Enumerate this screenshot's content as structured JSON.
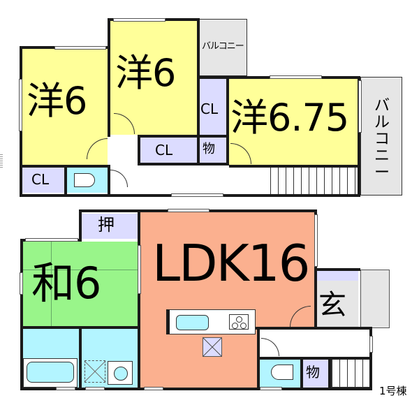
{
  "floor2": {
    "rooms": [
      {
        "id": "western-room-1",
        "label": "洋6",
        "type": "Western-style room",
        "size_jo": 6
      },
      {
        "id": "western-room-2",
        "label": "洋6",
        "type": "Western-style room",
        "size_jo": 6
      },
      {
        "id": "western-room-3",
        "label": "洋6.75",
        "type": "Western-style room",
        "size_jo": 6.75
      }
    ],
    "closet_labels": [
      "CL",
      "CL",
      "CL"
    ],
    "storage_label": "物",
    "balcony_top_label": "バルコニー",
    "balcony_side_label": "バルコニー",
    "balcony_side_chars": [
      "バ",
      "ル",
      "コ",
      "ニ",
      "ー"
    ]
  },
  "floor1": {
    "rooms": [
      {
        "id": "japanese-room",
        "label": "和6",
        "type": "Japanese-style room",
        "size_jo": 6
      },
      {
        "id": "ldk",
        "label": "LDK16",
        "type": "Living Dining Kitchen",
        "size_jo": 16
      }
    ],
    "oshiire_label": "押",
    "entrance_label": "玄",
    "storage_label": "物"
  },
  "caption": "1号棟",
  "colors": {
    "western": "#ffff99",
    "closet": "#dcdcff",
    "wet_area": "#b3f5ff",
    "japanese": "#99f58a",
    "ldk": "#fbb08f",
    "balcony": "#e6e6e6",
    "wall": "#1a1a1a"
  }
}
